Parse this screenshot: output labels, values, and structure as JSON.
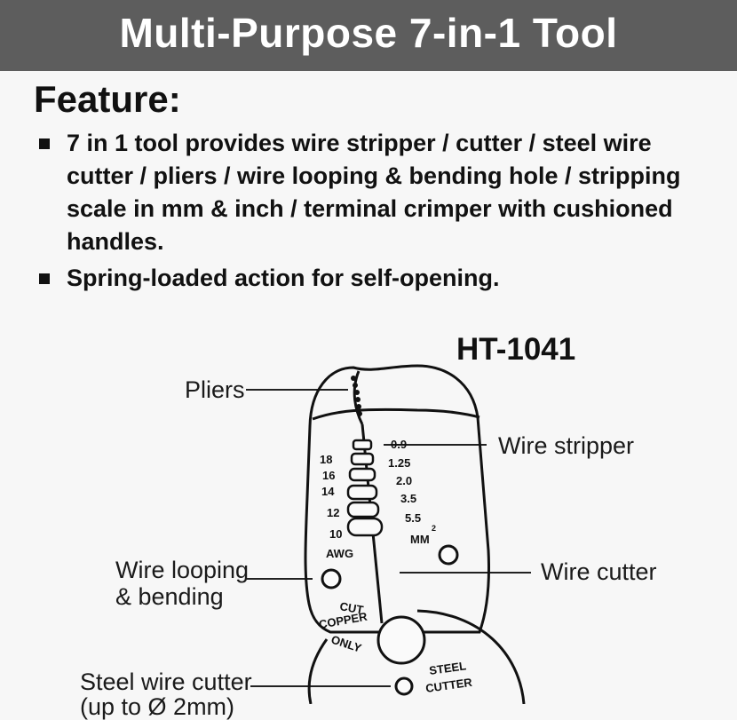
{
  "header": {
    "title": "Multi-Purpose 7-in-1 Tool"
  },
  "feature": {
    "heading": "Feature:",
    "items": [
      "7 in 1 tool provides wire stripper / cutter / steel wire cutter / pliers / wire looping & bending hole / stripping scale in mm & inch / terminal crimper with cushioned handles.",
      "Spring-loaded action for self-opening."
    ]
  },
  "diagram": {
    "model": "HT-1041",
    "callouts": {
      "pliers": "Pliers",
      "wire_stripper": "Wire stripper",
      "wire_looping_line1": "Wire looping",
      "wire_looping_line2": "& bending",
      "wire_cutter": "Wire cutter",
      "steel_wire_cutter": "Steel wire cutter",
      "steel_wire_cutter_note": "(up to Ø 2mm)"
    },
    "awg_scale": [
      "18",
      "16",
      "14",
      "12",
      "10"
    ],
    "awg_label": "AWG",
    "mm_scale": [
      "0.9",
      "1.25",
      "2.0",
      "3.5",
      "5.5"
    ],
    "mm_label": "MM",
    "mm_superscript": "2",
    "cut_copper_label": [
      "CUT",
      "COPPER",
      "ONLY"
    ],
    "steel_cutter_label": [
      "STEEL",
      "CUTTER"
    ]
  }
}
